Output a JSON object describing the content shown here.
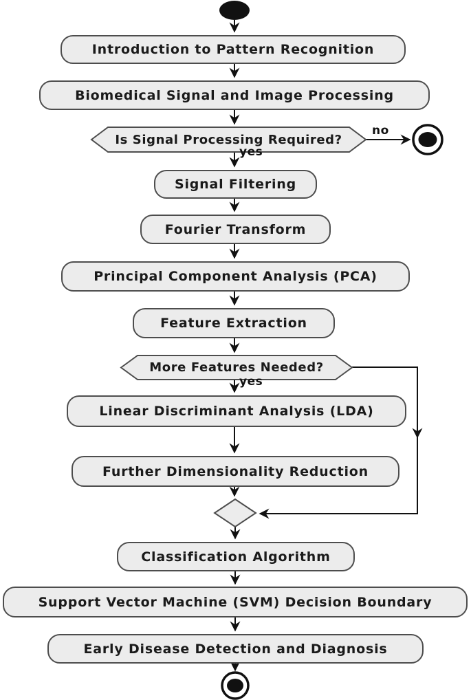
{
  "diagram": {
    "type": "uml-activity-flowchart",
    "background": "#ffffff",
    "colors": {
      "node_fill": "#ececec",
      "node_border": "#4d4d4d",
      "line": "#111111",
      "text": "#1a1a1a"
    },
    "activities": [
      {
        "label": "Introduction to Pattern Recognition"
      },
      {
        "label": "Biomedical Signal and Image Processing"
      },
      {
        "label": "Signal Filtering"
      },
      {
        "label": "Fourier Transform"
      },
      {
        "label": "Principal Component Analysis (PCA)"
      },
      {
        "label": "Feature Extraction"
      },
      {
        "label": "Linear Discriminant Analysis (LDA)"
      },
      {
        "label": "Further Dimensionality Reduction"
      },
      {
        "label": "Classification Algorithm"
      },
      {
        "label": "Support Vector Machine (SVM) Decision Boundary"
      },
      {
        "label": "Early Disease Detection and Diagnosis"
      }
    ],
    "decisions": [
      {
        "label": "Is Signal Processing Required?"
      },
      {
        "label": "More Features Needed?"
      }
    ],
    "edge_labels": {
      "signal_no": "no",
      "signal_yes": "yes",
      "features_yes": "yes"
    }
  }
}
